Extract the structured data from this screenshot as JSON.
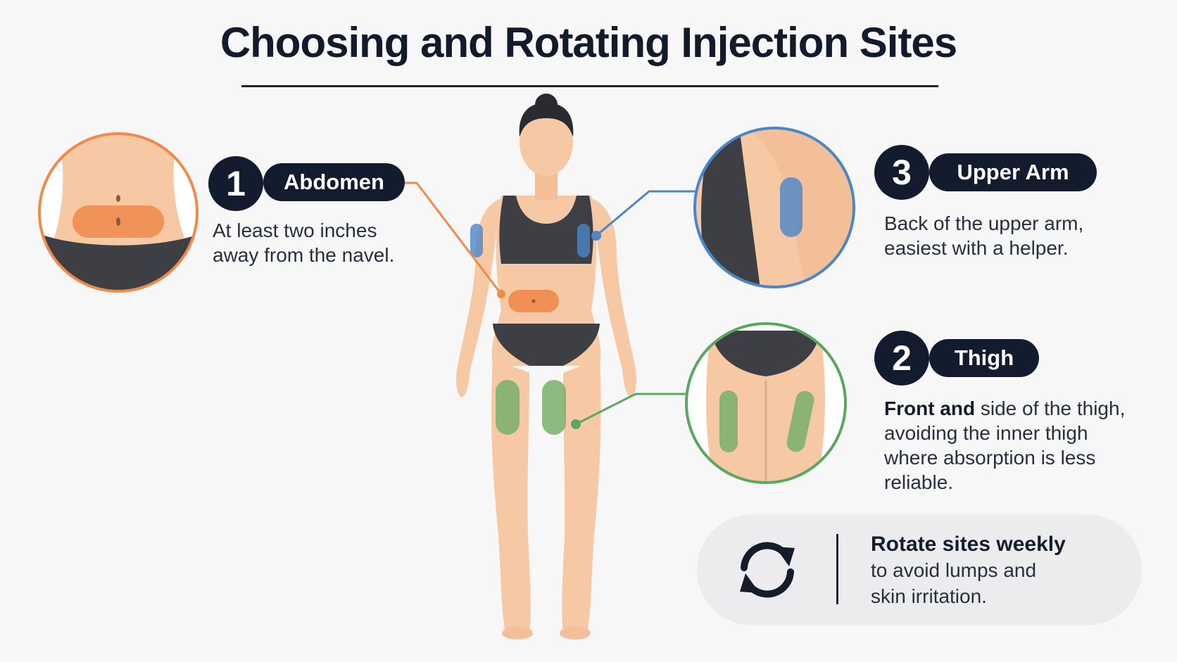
{
  "title": "Choosing and Rotating Injection Sites",
  "colors": {
    "abdomen": "#f08a4b",
    "upper_arm": "#4a86c8",
    "thigh": "#5aa85f",
    "dark": "#131c2e",
    "skin": "#f6c8a4",
    "clothing": "#3e3f44"
  },
  "sites": {
    "abdomen": {
      "number": "1",
      "label": "Abdomen",
      "desc_line1": "At least two inches",
      "desc_line2": "away from the navel."
    },
    "upper_arm": {
      "number": "3",
      "label": "Upper Arm",
      "desc_line1": "Back of the upper arm,",
      "desc_line2": "easiest with a helper."
    },
    "thigh": {
      "number": "2",
      "label": "Thigh",
      "desc_bold": "Front and",
      "desc_rest": " side of the thigh,",
      "desc_line2": "avoiding the inner thigh",
      "desc_line3": "where absorption is less",
      "desc_line4": "reliable."
    }
  },
  "rotation_tip": {
    "icon": "rotate-arrows-icon",
    "heading": "Rotate sites weekly",
    "line2": "to avoid lumps and",
    "line3": "skin irritation."
  }
}
